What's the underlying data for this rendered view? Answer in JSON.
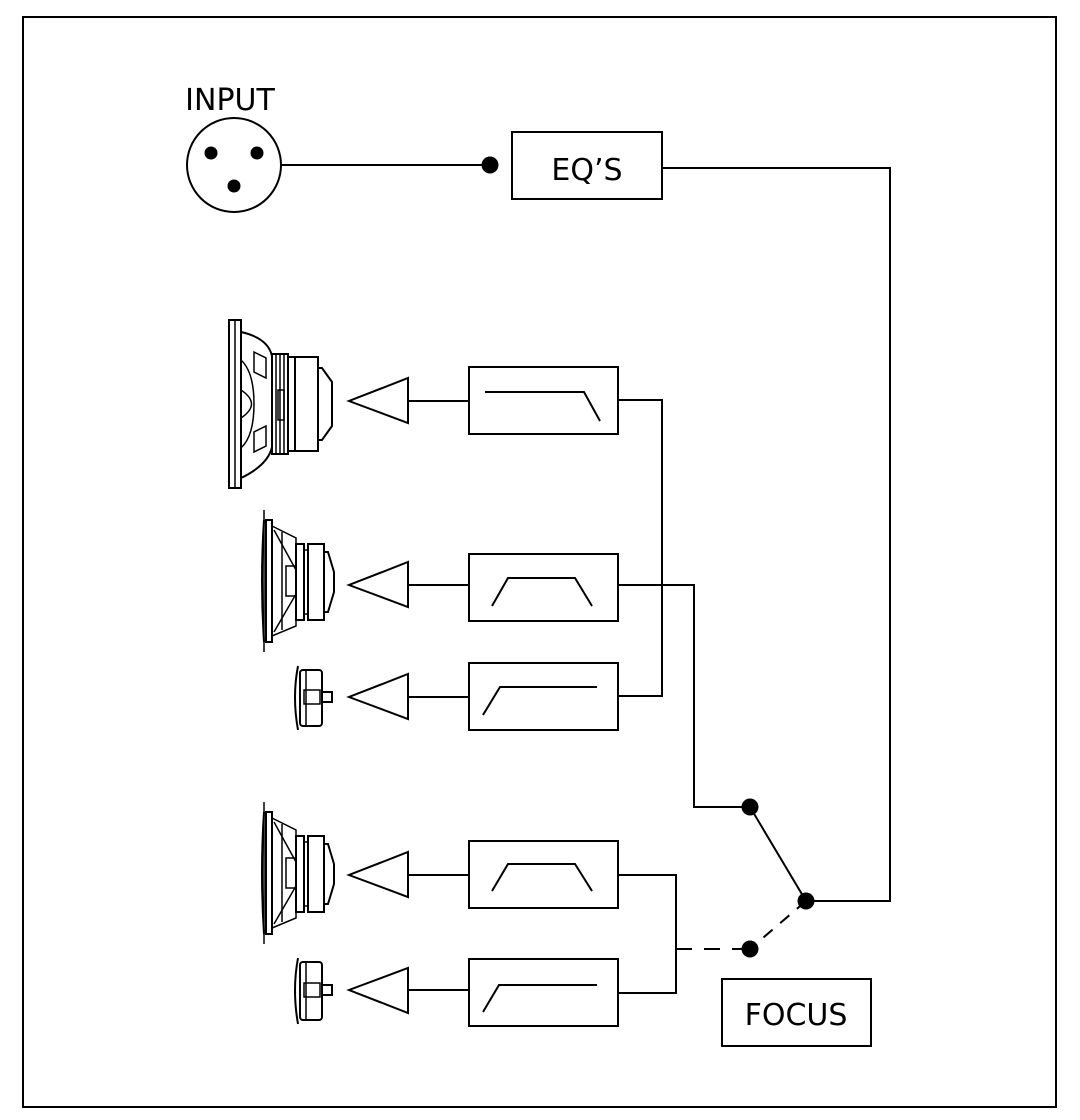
{
  "diagram": {
    "input_label": "INPUT",
    "eq_label": "EQ’S",
    "focus_label": "FOCUS",
    "filters": [
      {
        "id": "lowpass-1",
        "kind": "low-pass"
      },
      {
        "id": "bandpass-1",
        "kind": "band-pass"
      },
      {
        "id": "highpass-1",
        "kind": "high-pass"
      },
      {
        "id": "bandpass-2",
        "kind": "band-pass"
      },
      {
        "id": "highpass-2",
        "kind": "high-pass"
      }
    ],
    "amplifiers": 5,
    "speakers": [
      "woofer",
      "midrange",
      "tweeter",
      "midrange",
      "tweeter"
    ],
    "colors": {
      "stroke": "#000000",
      "background": "#ffffff"
    }
  }
}
